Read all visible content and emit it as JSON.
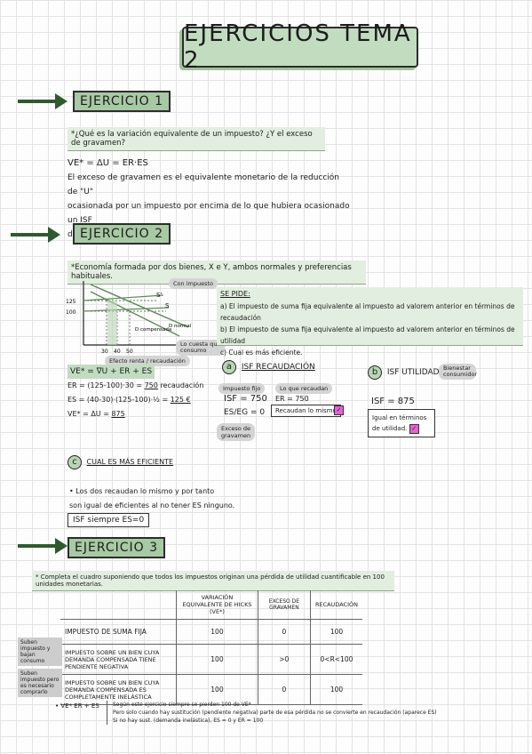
{
  "title": "EJERCICIOS TEMA 2",
  "ex1": {
    "label": "EJERCICIO 1",
    "question": "*¿Qué es la variación equivalente de un impuesto? ¿Y el exceso de gravamen?",
    "formula": "VE* = ΔU = ER·ES",
    "lines": [
      "El exceso de gravamen es el equivalente monetario de la reducción de \"U\"",
      "ocasionada por un impuesto por encima de lo que hubiera ocasionado un ISF",
      "de igual recaudación."
    ]
  },
  "ex2": {
    "label": "EJERCICIO 2",
    "question": "*Economía formada por dos bienes, X e Y, ambos normales y preferencias habituales.",
    "graph": {
      "y_labels": [
        "125",
        "100"
      ],
      "x_labels": [
        "30",
        "40",
        "50"
      ],
      "tag_impuesto": "Con impuesto",
      "s_prime": "S'",
      "s": "S",
      "d_normal": "D normal",
      "d_comp": "D compensada",
      "tag_cuesta": "Lo cuesta que",
      "tag_cuesta2": "consumo",
      "tag_efecto": "Efecto renta / recaudación"
    },
    "se_pide": {
      "header": "SE PIDE:",
      "a": "a) El impuesto de suma fija equivalente al impuesto ad valorem anterior en términos de recaudación",
      "b": "b) El impuesto de suma fija equivalente al impuesto ad valorem anterior en términos de utilidad",
      "c": "c) Cual es más eficiente."
    },
    "calc": {
      "l1": "VE* = ∇U + ER + ES",
      "l2_pre": "ER = (125-100)·30 = ",
      "l2_val": "750",
      "l2_post": " recaudación",
      "l3_pre": "ES = (40-30)·(125-100)·½ = ",
      "l3_val": "125 €",
      "l4_pre": "VE* = ΔU = ",
      "l4_val": "875"
    },
    "a_block": {
      "letter": "a",
      "title": "ISF RECAUDACIÓN",
      "tag1": "Impuesto fijo",
      "line1": "ISF = 750",
      "tag2": "Lo que recaudan",
      "line2": "ER = 750",
      "line3": "ES/EG = 0",
      "box": "Recaudan lo mismo",
      "tag3a": "Exceso de",
      "tag3b": "gravamen"
    },
    "b_block": {
      "letter": "b",
      "title": "ISF UTILIDAD",
      "tag": "Bienestar consumidor",
      "value": "ISF = 875",
      "box1": "Igual en términos",
      "box2": "de utilidad."
    },
    "c_block": {
      "letter": "c",
      "title": "CUAL ES MÁS EFICIENTE",
      "l1": "• Los dos recaudan lo mismo y por tanto",
      "l2": "son igual de eficientes al no tener ES ninguno.",
      "box": "ISF siempre ES=0"
    }
  },
  "ex3": {
    "label": "EJERCICIO 3",
    "question": "* Completa el cuadro suponiendo que todos los impuestos originan una pérdida de utilidad cuantificable en 100 unidades monetarias.",
    "headers": [
      "VARIACIÓN EQUIVALENTE DE HICKS (VE*)",
      "EXCESO DE GRAVAMEN",
      "RECAUDACIÓN"
    ],
    "rows": [
      {
        "side": "",
        "label": "IMPUESTO DE SUMA FIJA",
        "c1": "100",
        "c2": "0",
        "c3": "100"
      },
      {
        "side": "Suben impuesto y bajan consumo",
        "label": "IMPUESTO SOBRE UN BIEN CUYA DEMANDA COMPENSADA TIENE PENDIENTE NEGATIVA",
        "c1": "100",
        "c2": ">0",
        "c3": "0<R<100"
      },
      {
        "side": "Suben impuesto pero es necesario comprarlo",
        "label": "IMPUESTO SOBRE UN BIEN CUYA DEMANDA COMPENSADA ES COMPLETAMENTE INELÁSTICA",
        "c1": "100",
        "c2": "0",
        "c3": "100"
      }
    ],
    "notes": {
      "prefix": "• VE* ER + ES",
      "n1": "Según este ejercicio siempre se pierden 100 de VE*",
      "n2": "Pero solo cuando hay sustitución (pendiente negativa) parte de esa pérdida no se convierte en recaudación (aparece ES)",
      "n3": "Si no hay sust. (demanda inelástica), ES = 0 y ER = 100"
    }
  }
}
